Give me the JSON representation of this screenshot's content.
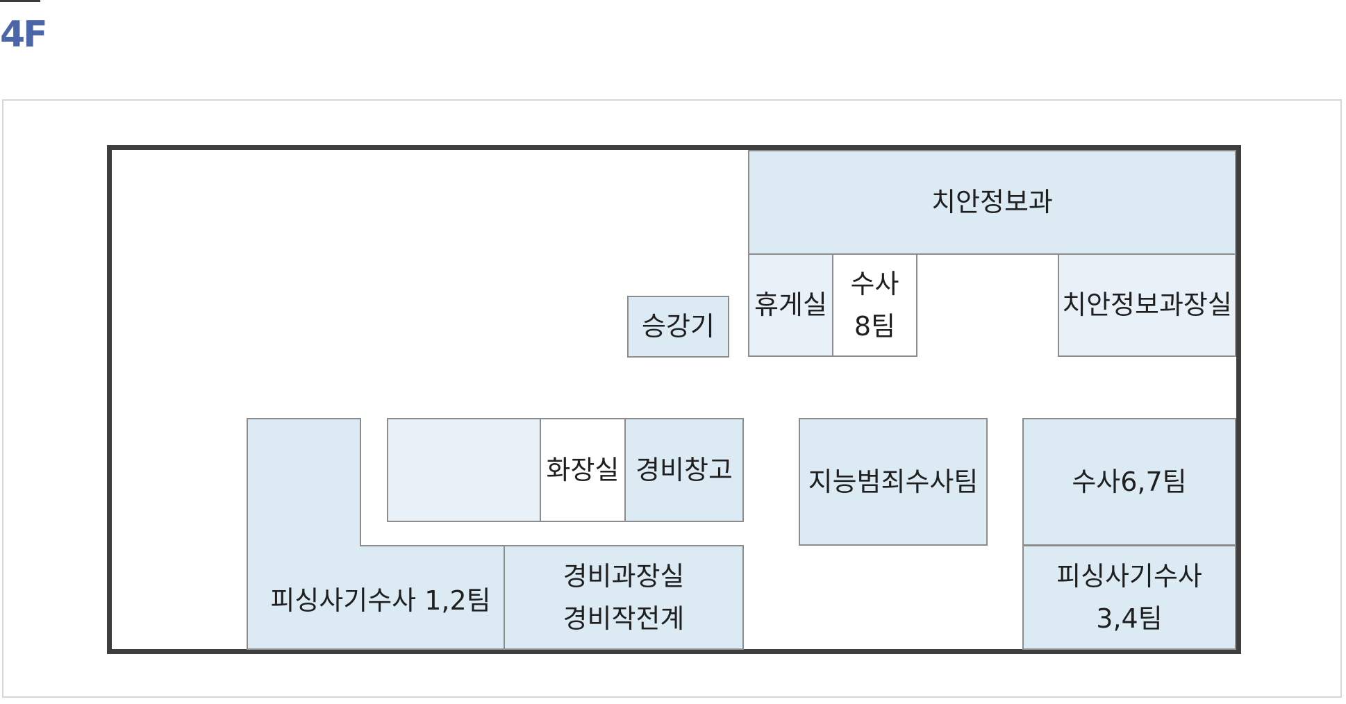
{
  "floor": {
    "label": "4F"
  },
  "colors": {
    "room_fill": "#dbeaf3",
    "room_fill_light": "#e8f1f7",
    "wall": "#3e3e3e",
    "room_border": "#8c8c8c",
    "floor_label": "#4a65a8"
  },
  "rooms": {
    "security_info_division": "치안정보과",
    "lounge": "휴게실",
    "investigation_team_8": "수사\n8팀",
    "security_info_chief_office": "치안정보과장실",
    "elevator": "승강기",
    "restroom": "화장실",
    "guard_storage": "경비창고",
    "intelligent_crime_team": "지능범죄수사팀",
    "investigation_team_6_7": "수사6,7팀",
    "fraud_team_1_2": "피싱사기수사 1,2팀",
    "guard_chief_office": "경비과장실\n경비작전계",
    "fraud_team_3_4": "피싱사기수사\n3,4팀"
  }
}
